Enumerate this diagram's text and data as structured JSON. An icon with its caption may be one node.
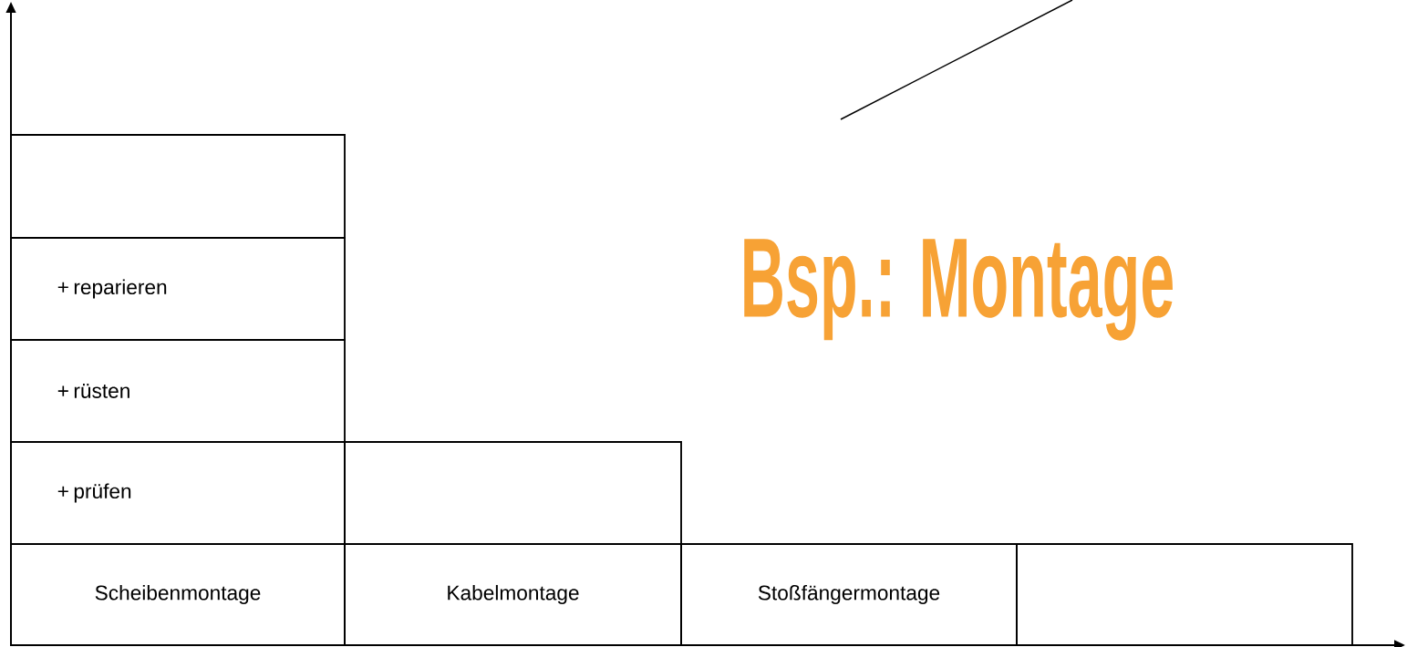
{
  "diagram": {
    "title": "Bsp.: Montage",
    "nodes": [
      {
        "text": [],
        "shape": "box"
      },
      {
        "text": [
          "+ reparieren"
        ]
      },
      {
        "text": [
          "+ rüsten"
        ]
      },
      {
        "text": [
          "+ prüfen"
        ]
      },
      {
        "text": [],
        "shape": "box"
      },
      {
        "text": [
          "Scheibenmontage"
        ]
      },
      {
        "text": [
          "Kabelmontage"
        ]
      },
      {
        "text": [
          "Stoßfängermontage"
        ]
      },
      {
        "text": [],
        "shape": "box"
      }
    ],
    "edges": []
  }
}
